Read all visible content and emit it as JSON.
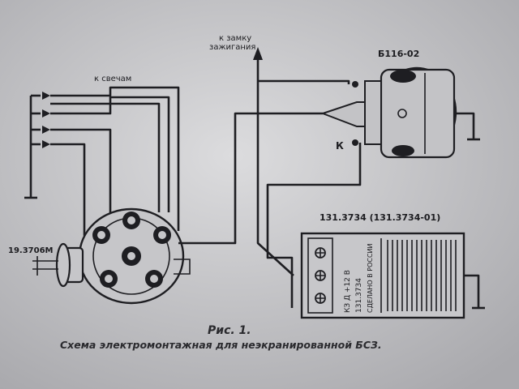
{
  "labels": {
    "to_ignition_lock": [
      "к замку",
      "зажигания"
    ],
    "coil": "Б116-02",
    "coil_terminal_k": "К",
    "to_spark_plugs": "к свечам",
    "distributor": "19.3706М",
    "switch_model": "131.3734 (131.3734-01)",
    "switch_terminals": "КЗ  Д  +12 В",
    "switch_body_model": "131.3734",
    "switch_made_in": "СДЕЛАНО В РОССИИ"
  },
  "caption": {
    "figure": "Рис. 1.",
    "title": "Схема электромонтажная для неэкранированной БСЗ."
  },
  "colors": {
    "paper": "#cfcfd1",
    "ink": "#1e1e22"
  }
}
